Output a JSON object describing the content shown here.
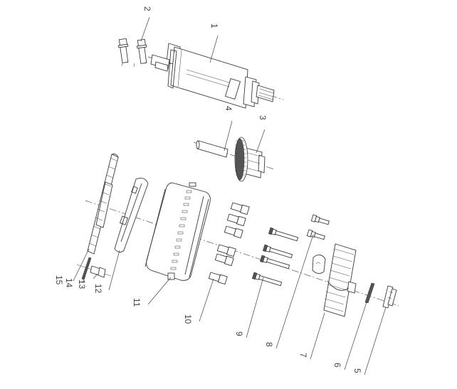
{
  "diagram": {
    "type": "exploded-parts-view",
    "subject": "starter motor and reduction gear assembly",
    "background": "#ffffff",
    "line_color": "#3a3a3a",
    "callouts": [
      {
        "number": "1",
        "part": "starter motor"
      },
      {
        "number": "2",
        "part": "flange bolt"
      },
      {
        "number": "3",
        "part": "reduction gear"
      },
      {
        "number": "4",
        "part": "gear shaft"
      },
      {
        "number": "5",
        "part": "flange nut"
      },
      {
        "number": "6",
        "part": "washer"
      },
      {
        "number": "7",
        "part": "cover / housing"
      },
      {
        "number": "8",
        "part": "flange bolt"
      },
      {
        "number": "9",
        "part": "long flange bolt"
      },
      {
        "number": "10",
        "part": "dowel pin"
      },
      {
        "number": "11",
        "part": "stator housing"
      },
      {
        "number": "12",
        "part": "gasket"
      },
      {
        "number": "13",
        "part": "bolt"
      },
      {
        "number": "14",
        "part": "washer"
      },
      {
        "number": "15",
        "part": "driven gear"
      }
    ]
  }
}
